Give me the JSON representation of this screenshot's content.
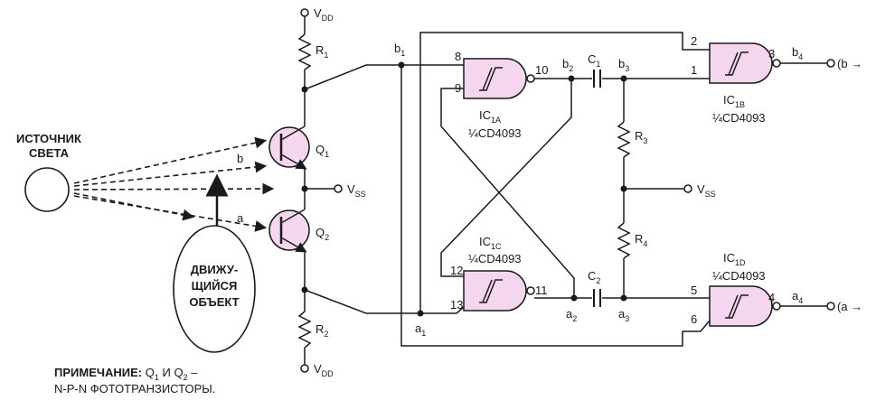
{
  "supply": {
    "vdd": "V",
    "vdd_sub": "DD",
    "vss": "V",
    "vss_sub": "SS"
  },
  "light_source": {
    "line1": "ИСТОЧНИК",
    "line2": "СВЕТА"
  },
  "moving_object": {
    "line1": "ДВИЖУ-",
    "line2": "ЩИЙСЯ",
    "line3": "ОБЪЕКТ"
  },
  "ray_labels": {
    "b": "b",
    "a": "a"
  },
  "resistors": {
    "r1": {
      "name": "R",
      "sub": "1"
    },
    "r2": {
      "name": "R",
      "sub": "2"
    },
    "r3": {
      "name": "R",
      "sub": "3"
    },
    "r4": {
      "name": "R",
      "sub": "4"
    }
  },
  "capacitors": {
    "c1": {
      "name": "C",
      "sub": "1"
    },
    "c2": {
      "name": "C",
      "sub": "2"
    }
  },
  "transistors": {
    "q1": {
      "name": "Q",
      "sub": "1"
    },
    "q2": {
      "name": "Q",
      "sub": "2"
    }
  },
  "gates": {
    "ic1a": {
      "name": "IC",
      "sub": "1A",
      "part": "¼CD4093",
      "pin_in_top": "8",
      "pin_in_bot": "9",
      "pin_out": "10"
    },
    "ic1b": {
      "name": "IC",
      "sub": "1B",
      "part": "¼CD4093",
      "pin_in_top": "2",
      "pin_in_bot": "1",
      "pin_out": "3"
    },
    "ic1c": {
      "name": "IC",
      "sub": "1C",
      "part": "¼CD4093",
      "pin_in_top": "12",
      "pin_in_bot": "13",
      "pin_out": "11"
    },
    "ic1d": {
      "name": "IC",
      "sub": "1D",
      "part": "¼CD4093",
      "pin_in_top": "5",
      "pin_in_bot": "6",
      "pin_out": "4"
    }
  },
  "nodes": {
    "b1": {
      "name": "b",
      "sub": "1"
    },
    "b2": {
      "name": "b",
      "sub": "2"
    },
    "b3": {
      "name": "b",
      "sub": "3"
    },
    "b4": {
      "name": "b",
      "sub": "4"
    },
    "a1": {
      "name": "a",
      "sub": "1"
    },
    "a2": {
      "name": "a",
      "sub": "2"
    },
    "a3": {
      "name": "a",
      "sub": "3"
    },
    "a4": {
      "name": "a",
      "sub": "4"
    }
  },
  "outputs": {
    "b": "(b →",
    "a": "(a →"
  },
  "note": {
    "label": "ПРИМЕЧАНИЕ:",
    "q1": "Q",
    "q1_sub": "1",
    "and": "И Q",
    "q2_sub": "2",
    "dash": "–",
    "line2": "N-P-N ФОТОТРАНЗИСТОРЫ."
  }
}
